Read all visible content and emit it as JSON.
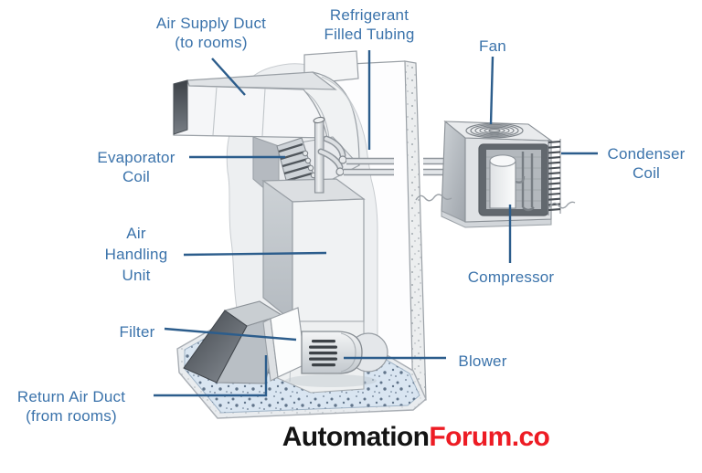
{
  "labels": {
    "air_supply_duct": {
      "line1": "Air Supply Duct",
      "line2": "(to rooms)"
    },
    "refrigerant_tubing": {
      "line1": "Refrigerant",
      "line2": "Filled Tubing"
    },
    "fan": {
      "text": "Fan"
    },
    "evaporator_coil": {
      "line1": "Evaporator",
      "line2": "Coil"
    },
    "condenser_coil": {
      "line1": "Condenser",
      "line2": "Coil"
    },
    "air_handling_unit": {
      "line1": "Air",
      "line2": "Handling",
      "line3": "Unit"
    },
    "compressor": {
      "text": "Compressor"
    },
    "filter": {
      "text": "Filter"
    },
    "blower": {
      "text": "Blower"
    },
    "return_air_duct": {
      "line1": "Return Air Duct",
      "line2": "(from rooms)"
    }
  },
  "branding": {
    "part1": "Automation",
    "part2": "Forum.co"
  },
  "colors": {
    "label_text": "#3b73ab",
    "leader_line": "#2c5d8c",
    "logo_primary": "#141414",
    "logo_accent": "#ed1c24",
    "floor_surface": "#d9e5f1",
    "metal_light": "#f0f2f3",
    "metal_dark": "#43484e"
  }
}
